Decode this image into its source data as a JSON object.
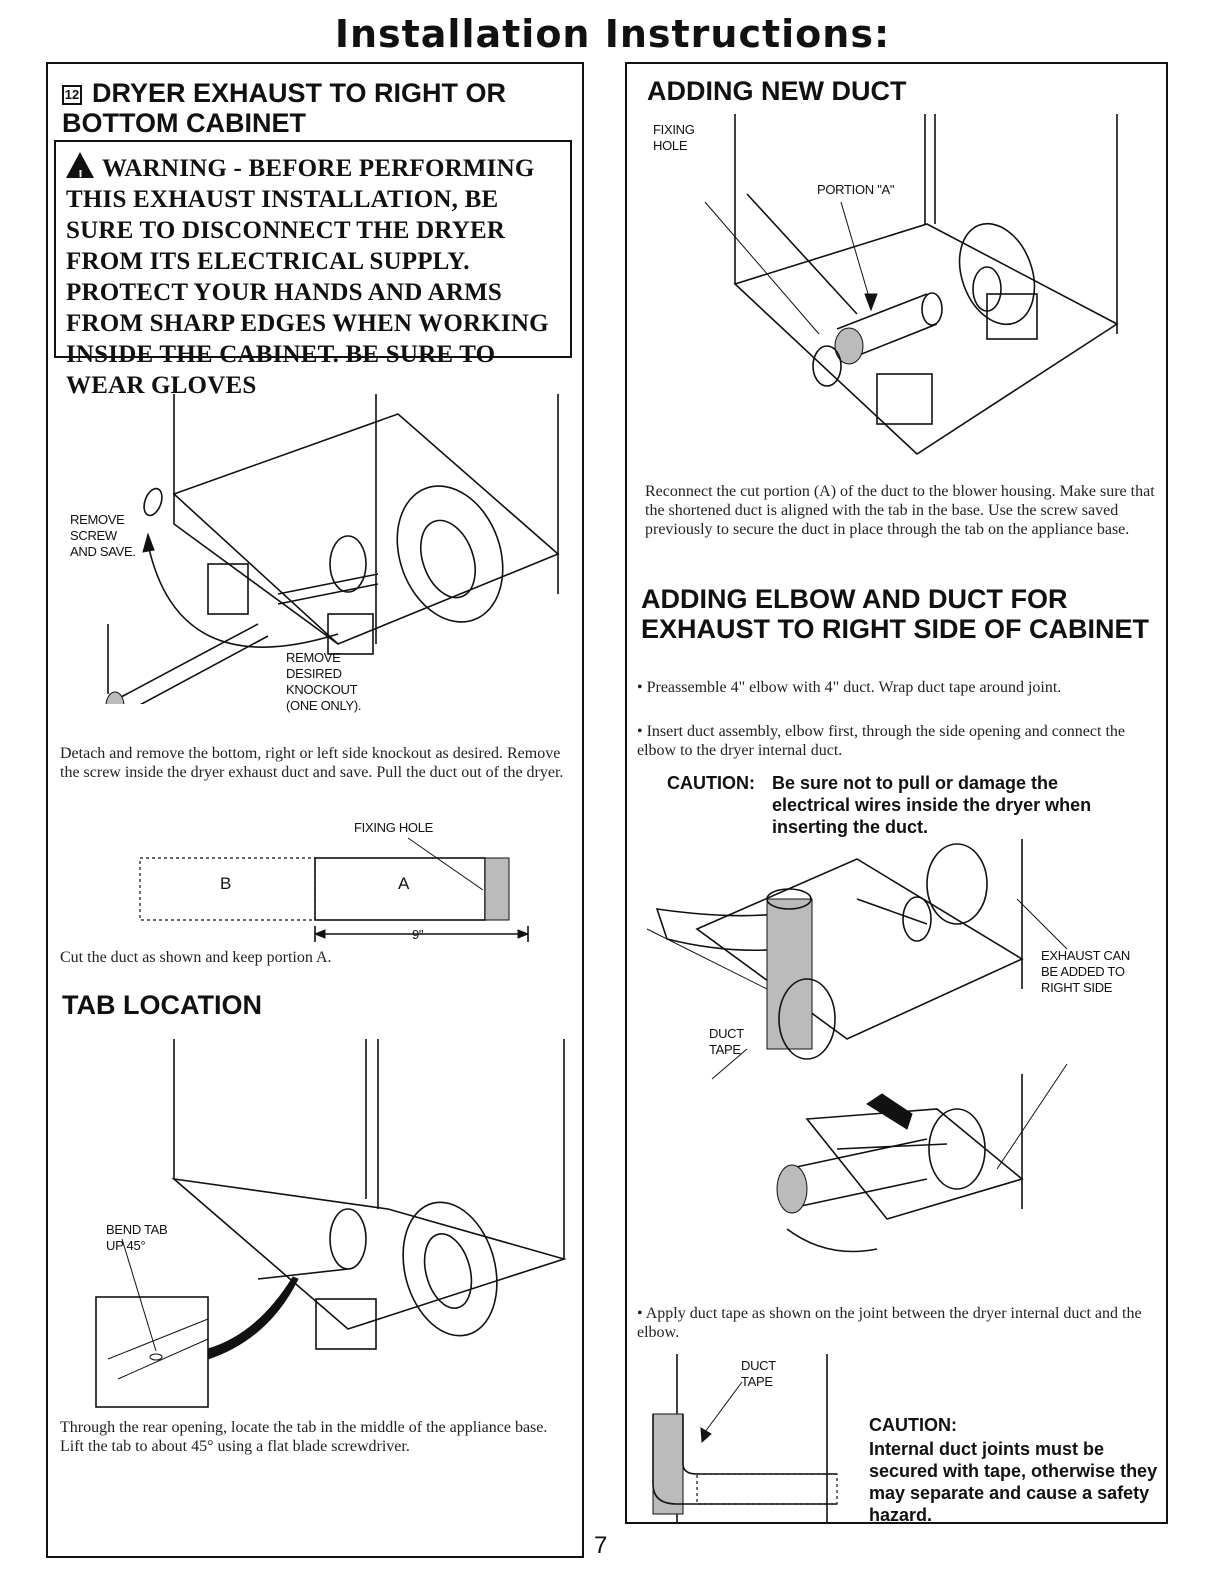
{
  "page": {
    "title": "Installation Instructions:",
    "page_number": "7"
  },
  "left": {
    "step_number": "12",
    "heading": "DRYER EXHAUST TO RIGHT OR BOTTOM CABINET",
    "warning_icon_glyph": "!",
    "warning": "WARNING - BEFORE PERFORMING THIS EXHAUST INSTALLATION, BE SURE TO DISCONNECT THE DRYER FROM ITS ELECTRICAL SUPPLY. PROTECT YOUR HANDS AND ARMS FROM SHARP EDGES WHEN WORKING INSIDE THE CABINET. BE SURE TO WEAR GLOVES",
    "fig1_label_screw": [
      "REMOVE",
      "SCREW",
      "AND SAVE."
    ],
    "fig1_label_knockout": [
      "REMOVE",
      "DESIRED",
      "KNOCKOUT",
      "(ONE ONLY)."
    ],
    "para1": "Detach and remove the bottom, right or left side knockout as desired. Remove the screw inside the dryer exhaust duct and save. Pull the duct out of the dryer.",
    "duct_fixing_hole": "FIXING HOLE",
    "duct_b": "B",
    "duct_a": "A",
    "duct_length": "9\"",
    "para2": "Cut the duct as shown and keep portion A.",
    "tab_heading": "TAB LOCATION",
    "tab_label": [
      "BEND TAB",
      "UP 45°"
    ],
    "para3": "Through the rear opening, locate the tab in the middle of the appliance base. Lift the tab to about 45° using a flat blade screwdriver."
  },
  "right": {
    "heading1": "ADDING NEW DUCT",
    "fig_fixing_hole": [
      "FIXING",
      "HOLE"
    ],
    "fig_portion": "PORTION \"A\"",
    "para1": "Reconnect the cut portion (A) of the duct to the blower housing. Make sure that the shortened duct is aligned with the tab in the base. Use the screw saved previously to secure the duct in place through the tab on the appliance base.",
    "heading2": "ADDING ELBOW AND DUCT FOR EXHAUST TO RIGHT SIDE OF CABINET",
    "bullet1": "• Preassemble 4\" elbow with 4\" duct. Wrap duct tape around joint.",
    "bullet2": "• Insert duct assembly, elbow first, through the side opening and connect the elbow to the dryer internal duct.",
    "caution1_label": "CAUTION:",
    "caution1_text": "Be sure not to pull or damage the electrical wires inside the dryer when inserting the duct.",
    "fig_exhaust_label": [
      "EXHAUST CAN",
      "BE ADDED TO",
      "RIGHT SIDE"
    ],
    "fig_duct_tape": [
      "DUCT",
      "TAPE"
    ],
    "bullet3": "• Apply duct tape as shown on the joint between the dryer internal duct and the elbow.",
    "fig2_duct_tape": [
      "DUCT",
      "TAPE"
    ],
    "caution2_label": "CAUTION:",
    "caution2_text": "Internal duct joints must be secured with tape, otherwise they may separate and cause a safety hazard."
  }
}
